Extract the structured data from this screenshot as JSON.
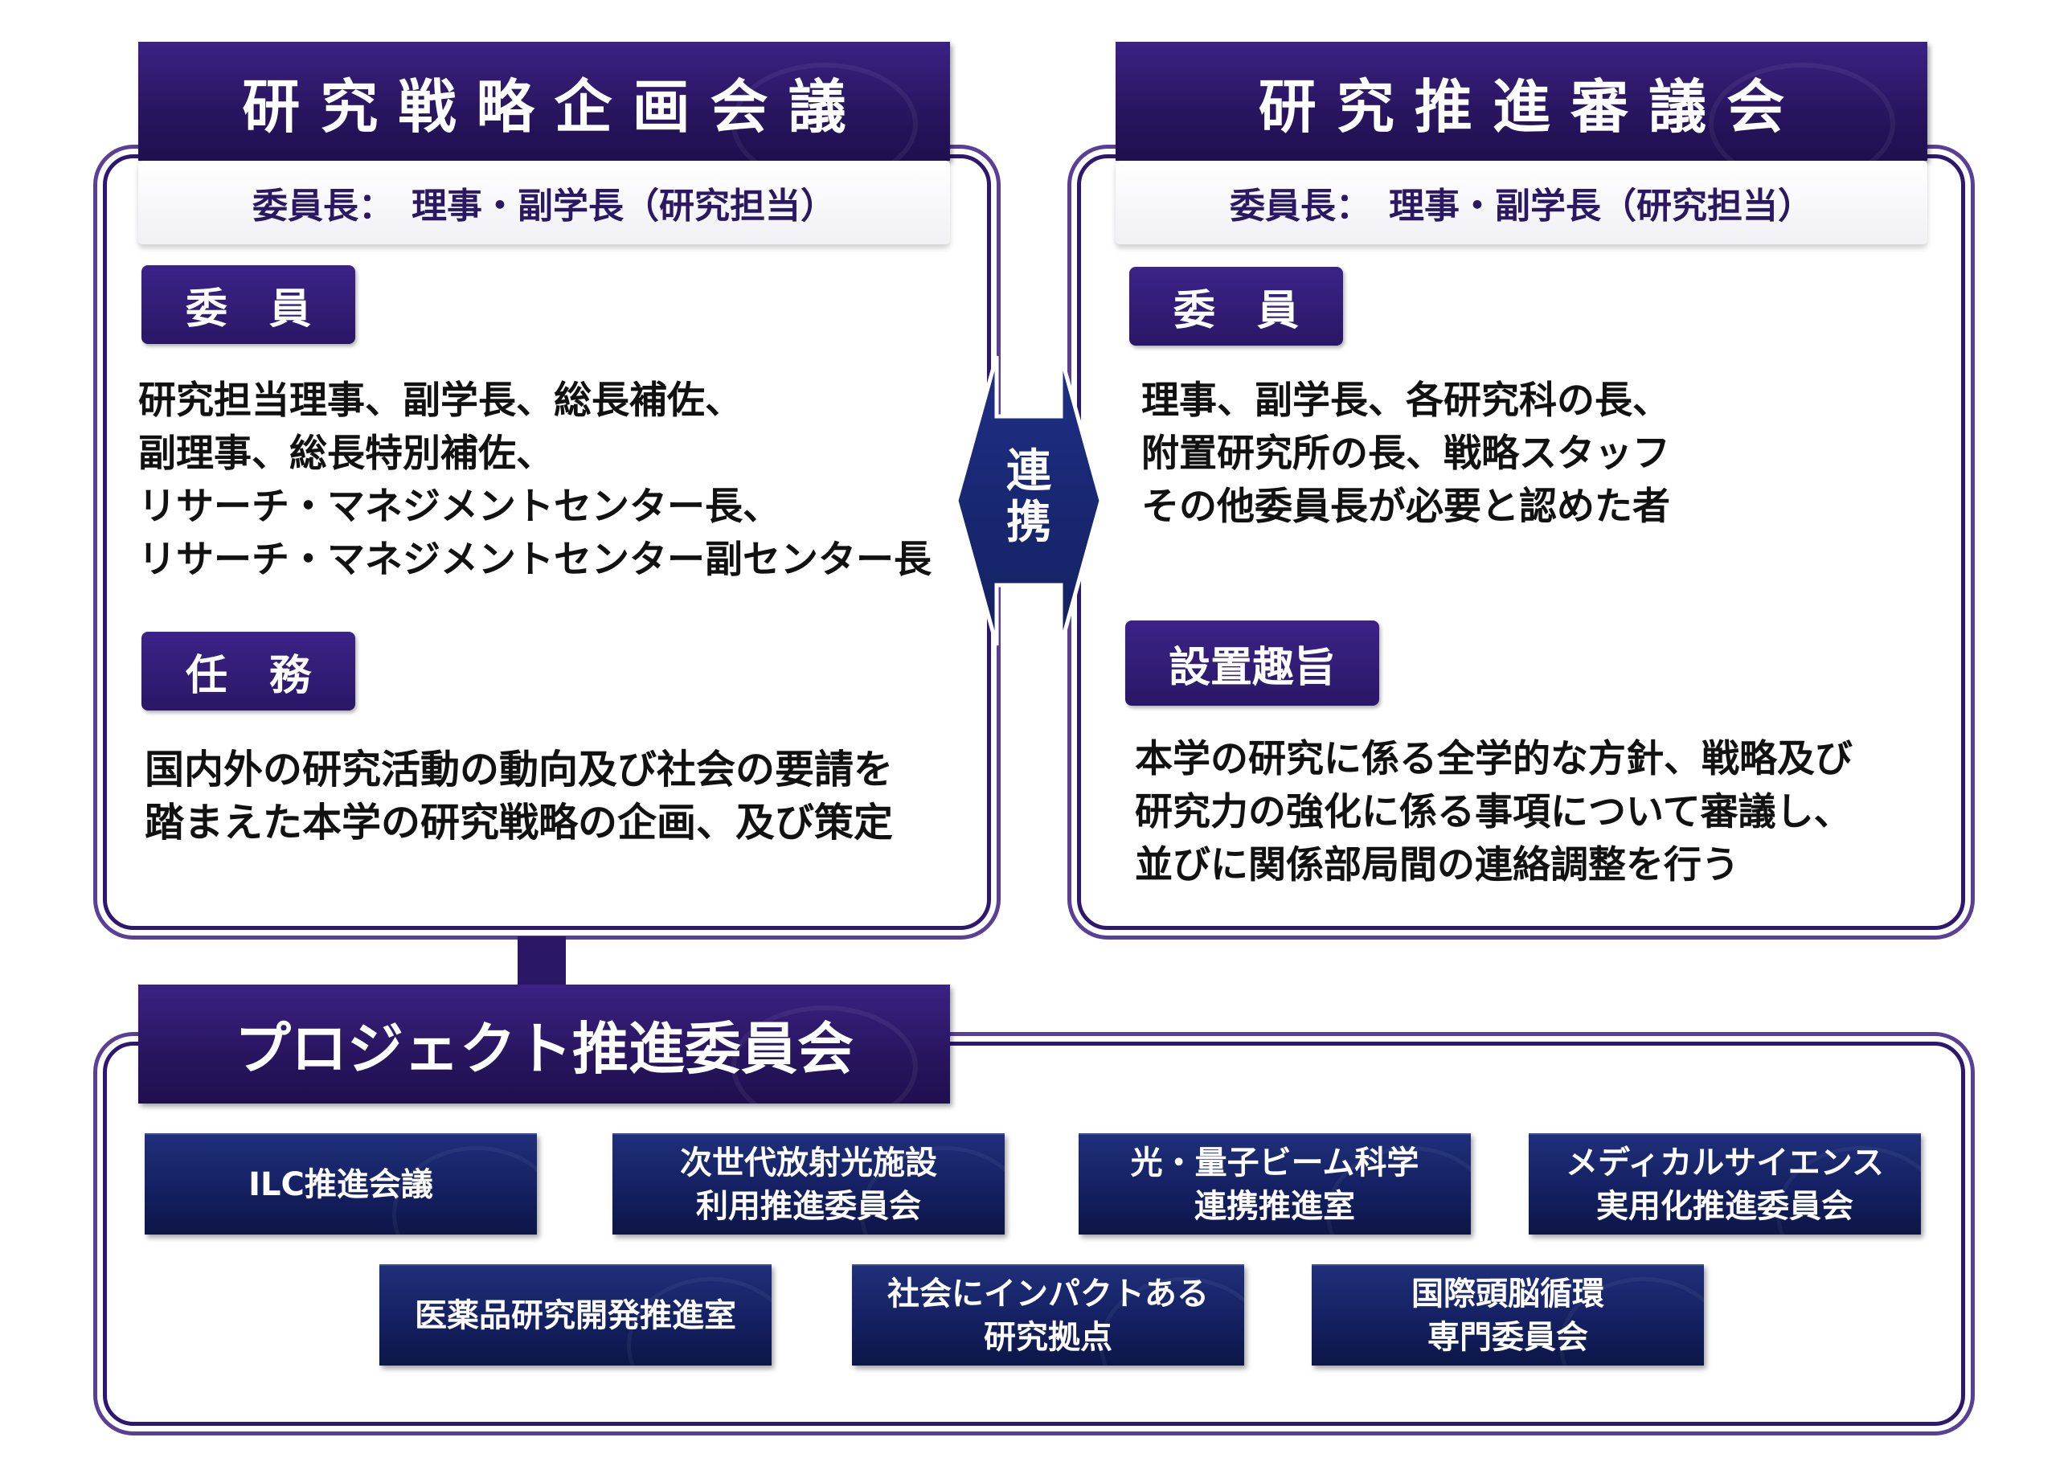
{
  "left": {
    "title": "研 究 戦 略 企 画 会 議",
    "chair": "委員長：　理事・副学長（研究担当）",
    "members_label": "委　員",
    "members": [
      "研究担当理事、副学長、総長補佐、",
      "副理事、総長特別補佐、",
      "リサーチ・マネジメントセンター長、",
      "リサーチ・マネジメントセンター副センター長"
    ],
    "duties_label": "任　務",
    "duties": [
      "国内外の研究活動の動向及び社会の要請を",
      "踏まえた本学の研究戦略の企画、及び策定"
    ]
  },
  "right": {
    "title": "研 究 推 進 審 議 会",
    "chair": "委員長：　理事・副学長（研究担当）",
    "members_label": "委　員",
    "members": [
      "理事、副学長、各研究科の長、",
      "附置研究所の長、戦略スタッフ",
      "その他委員長が必要と認めた者"
    ],
    "purpose_label": "設置趣旨",
    "purpose": [
      "本学の研究に係る全学的な方針、戦略及び",
      "研究力の強化に係る事項について審議し、",
      "並びに関係部局間の連絡調整を行う"
    ]
  },
  "link": {
    "chars": [
      "連",
      "携"
    ]
  },
  "project": {
    "title": "プロジェクト推進委員会",
    "row1": [
      {
        "lines": [
          "ILC推進会議"
        ]
      },
      {
        "lines": [
          "次世代放射光施設",
          "利用推進委員会"
        ]
      },
      {
        "lines": [
          "光・量子ビーム科学",
          "連携推進室"
        ]
      },
      {
        "lines": [
          "メディカルサイエンス",
          "実用化推進委員会"
        ]
      }
    ],
    "row2": [
      {
        "lines": [
          "医薬品研究開発推進室"
        ]
      },
      {
        "lines": [
          "社会にインパクトある",
          "研究拠点"
        ]
      },
      {
        "lines": [
          "国際頭脳循環",
          "専門委員会"
        ]
      }
    ]
  },
  "colors": {
    "panel_border": "#2e1770",
    "title_bg": "#2a1766",
    "box_bg": "#142062"
  }
}
